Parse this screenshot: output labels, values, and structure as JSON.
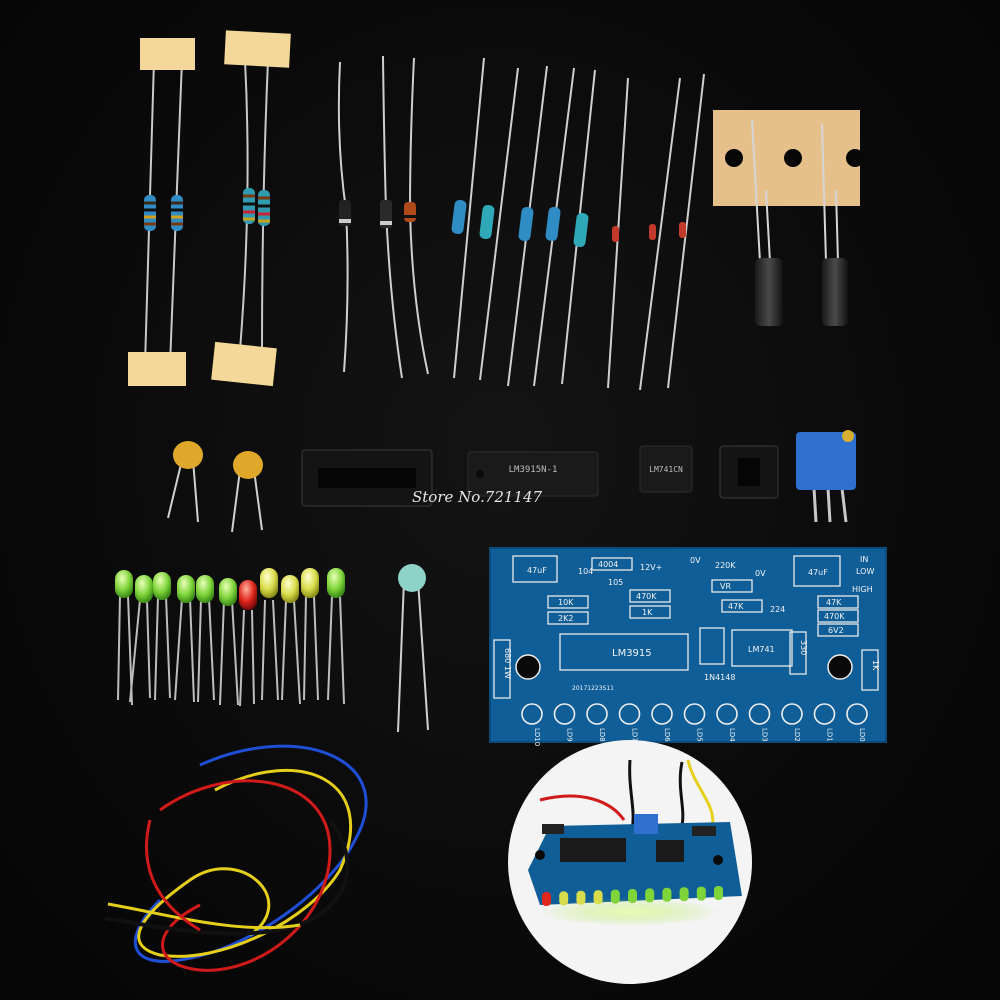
{
  "watermark": "Store No.721147",
  "chips": {
    "lm3915_body": "LM3915N-1",
    "lm741_body": "LM741CN"
  },
  "pcb": {
    "labels": {
      "c1": "47uF",
      "c2": "47uF",
      "d4004": "4004",
      "c104": "104",
      "c105": "105",
      "v12": "12V+",
      "ov": "0V",
      "r220k": "220K",
      "vr": "VR",
      "r47k_a": "47K",
      "r47k_b": "47K",
      "r470k_a": "470K",
      "r470k_b": "470K",
      "r224": "224",
      "r10k": "10K",
      "r2k2": "2K2",
      "r1k": "1K",
      "zener": "6V2",
      "in": "IN",
      "low": "LOW",
      "high": "HIGH",
      "ic1": "LM3915",
      "ic2": "LM741",
      "r680": "680 1W",
      "d1n4148": "1N4148",
      "r330": "330",
      "r1k2": "1K",
      "serial": "20171223S11"
    },
    "leds": [
      "LD10",
      "LD9",
      "LD8",
      "LD7",
      "LD6",
      "LD5",
      "LD4",
      "LD3",
      "LD2",
      "LD1",
      "LD0"
    ]
  },
  "colors": {
    "pcb": "#0f5e98",
    "led_green": "#7fd43a",
    "led_red": "#e0261d",
    "led_yellow": "#d9dc4a",
    "wire_red": "#d11a1a",
    "wire_blue": "#1f4fd6",
    "wire_yellow": "#e6cf1a",
    "wire_black": "#111111"
  }
}
